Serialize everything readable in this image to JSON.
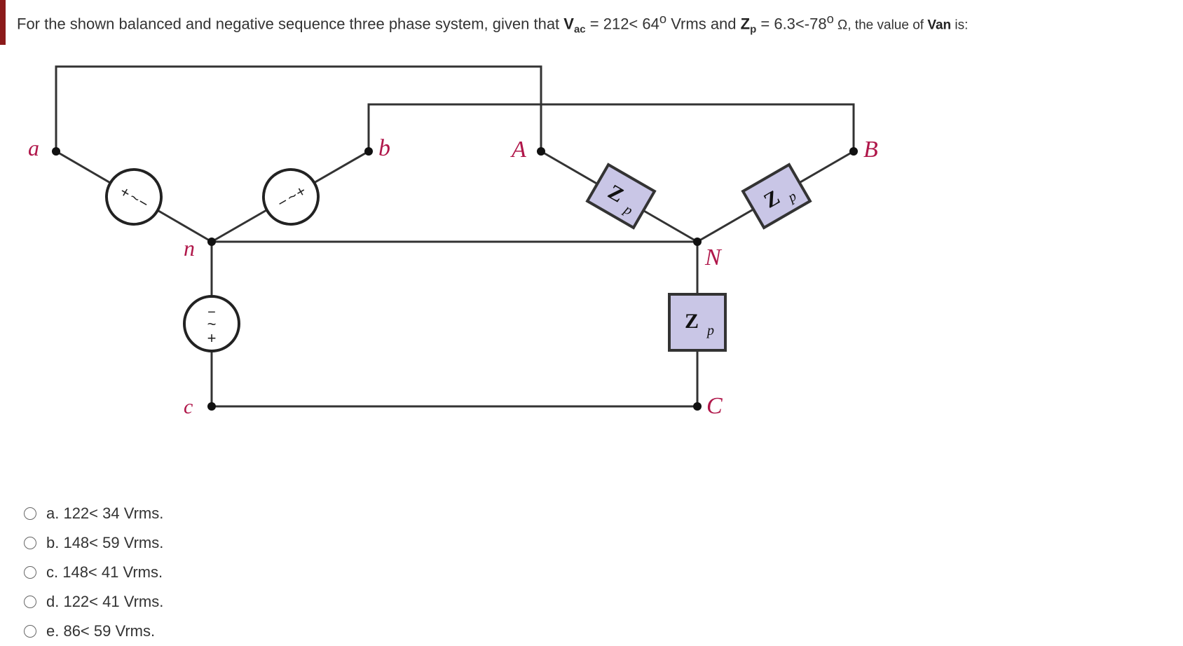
{
  "question": {
    "intro": "For the shown balanced and negative sequence three phase system, given that ",
    "vac_symbol": "V",
    "vac_sub": "ac",
    "vac_value": " = 212< 64",
    "deg1": "o",
    "vac_unit": " Vrms and ",
    "zp_symbol": "Z",
    "zp_sub": "p",
    "zp_value": " = 6.3<-78",
    "deg2": "o",
    "tail_a": " Ω, the value of ",
    "van": "Van",
    "tail_b": " is:"
  },
  "circuit": {
    "labels": {
      "a": "a",
      "b": "b",
      "n": "n",
      "c": "c",
      "A": "A",
      "B": "B",
      "N": "N",
      "C": "C"
    },
    "impedance_main": "Z",
    "impedance_sub": "p",
    "source_plus": "+",
    "source_minus": "−",
    "source_tilde": "~"
  },
  "options": [
    {
      "label": "a. 122< 34 Vrms."
    },
    {
      "label": "b. 148< 59 Vrms."
    },
    {
      "label": "c. 148< 41 Vrms."
    },
    {
      "label": "d. 122< 41 Vrms."
    },
    {
      "label": "e. 86< 59 Vrms."
    }
  ],
  "colors": {
    "accent": "#8b1a1a",
    "node_label": "#b0174a",
    "impedance_fill": "#c9c6e6"
  }
}
